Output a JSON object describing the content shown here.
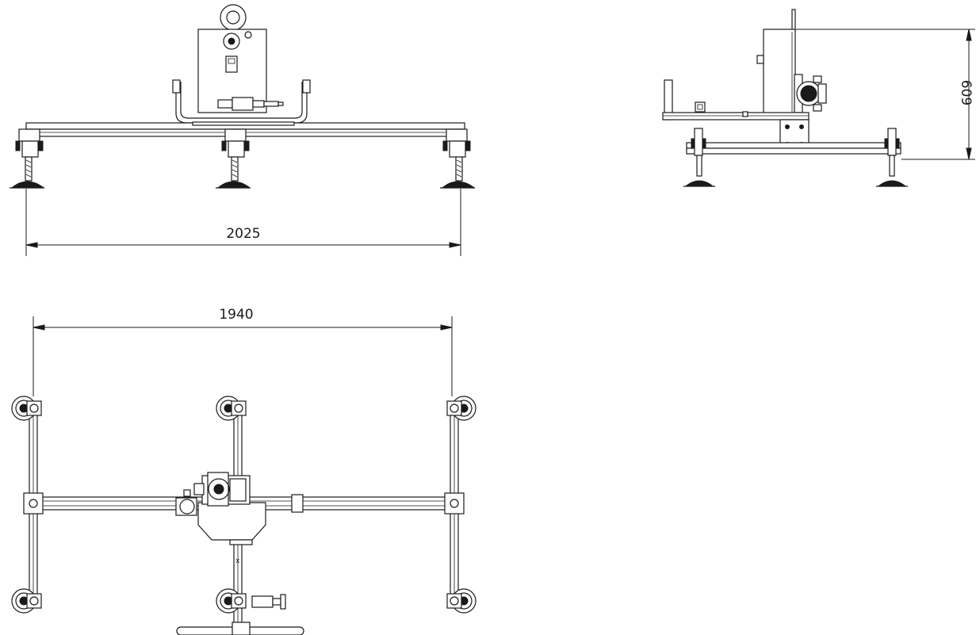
{
  "drawing": {
    "dimension_width_front": "2025",
    "dimension_width_top": "1940",
    "dimension_height_side": "609"
  }
}
